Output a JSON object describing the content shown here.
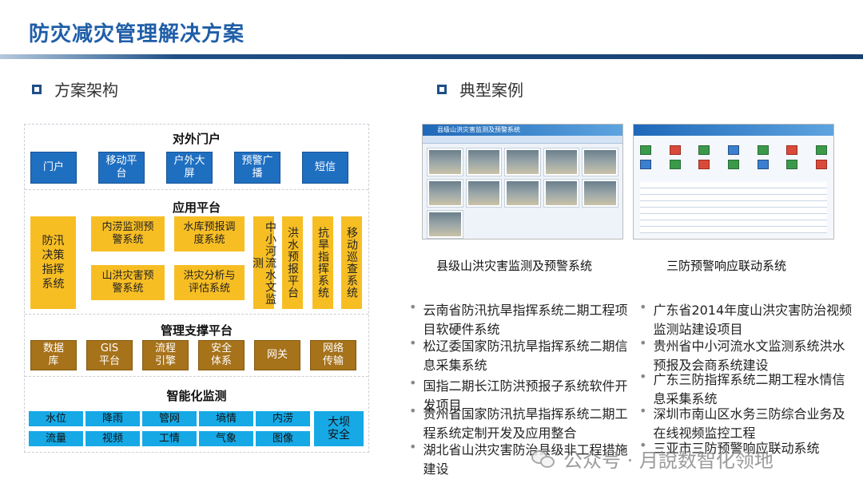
{
  "page_title": "防灾减灾管理解决方案",
  "left_section": {
    "heading": "方案架构"
  },
  "right_section": {
    "heading": "典型案例"
  },
  "architecture": {
    "portal": {
      "title": "对外门户",
      "items": [
        "门户",
        "移动平台",
        "户外大屏",
        "预警广播",
        "短信"
      ]
    },
    "application": {
      "title": "应用平台",
      "left_block": "防汛决策指挥系统",
      "grid_items": [
        "内涝监测预警系统",
        "水库预报调度系统",
        "山洪灾害预警系统",
        "洪灾分析与评估系统"
      ],
      "vertical_items": [
        "中小河流水文监测",
        "洪水预报平台",
        "抗旱指挥系统",
        "移动巡查系统"
      ]
    },
    "support": {
      "title": "管理支撑平台",
      "items": [
        "数据库",
        "GIS平台",
        "流程引擎",
        "安全体系",
        "网关",
        "网络传输"
      ]
    },
    "monitoring": {
      "title": "智能化监测",
      "row1": [
        "水位",
        "降雨",
        "管网",
        "墒情",
        "内涝"
      ],
      "row2": [
        "流量",
        "视频",
        "工情",
        "气象",
        "图像"
      ],
      "side": "大坝安全"
    }
  },
  "screenshots": [
    {
      "window_title": "县级山洪灾害监测及预警系统",
      "caption": "县级山洪灾害监测及预警系统"
    },
    {
      "window_title": "",
      "caption": "三防预警响应联动系统"
    }
  ],
  "cases_left": [
    "云南省防汛抗旱指挥系统二期工程项目软硬件系统",
    "松辽委国家防汛抗旱指挥系统二期信息采集系统",
    "国指二期长江防洪预报子系统软件开发项目",
    "贵州省国家防汛抗旱指挥系统二期工程系统定制开发及应用整合",
    "湖北省山洪灾害防治县级非工程措施建设"
  ],
  "cases_right": [
    "广东省2014年度山洪灾害防治视频监测站建设项目",
    "贵州省中小河流水文监测系统洪水预报及会商系统建设",
    "广东三防指挥系统二期工程水情信息采集系统",
    "深圳市南山区水务三防综合业务及在线视频监控工程",
    "三亚市三防预警响应联动系统"
  ],
  "watermark": "公众号 · 月說数智化领地",
  "colors": {
    "title": "#1f5ea8",
    "portal": "#1f6fc1",
    "application": "#f7be24",
    "support": "#a6721a",
    "monitoring": "#16a9e6"
  }
}
